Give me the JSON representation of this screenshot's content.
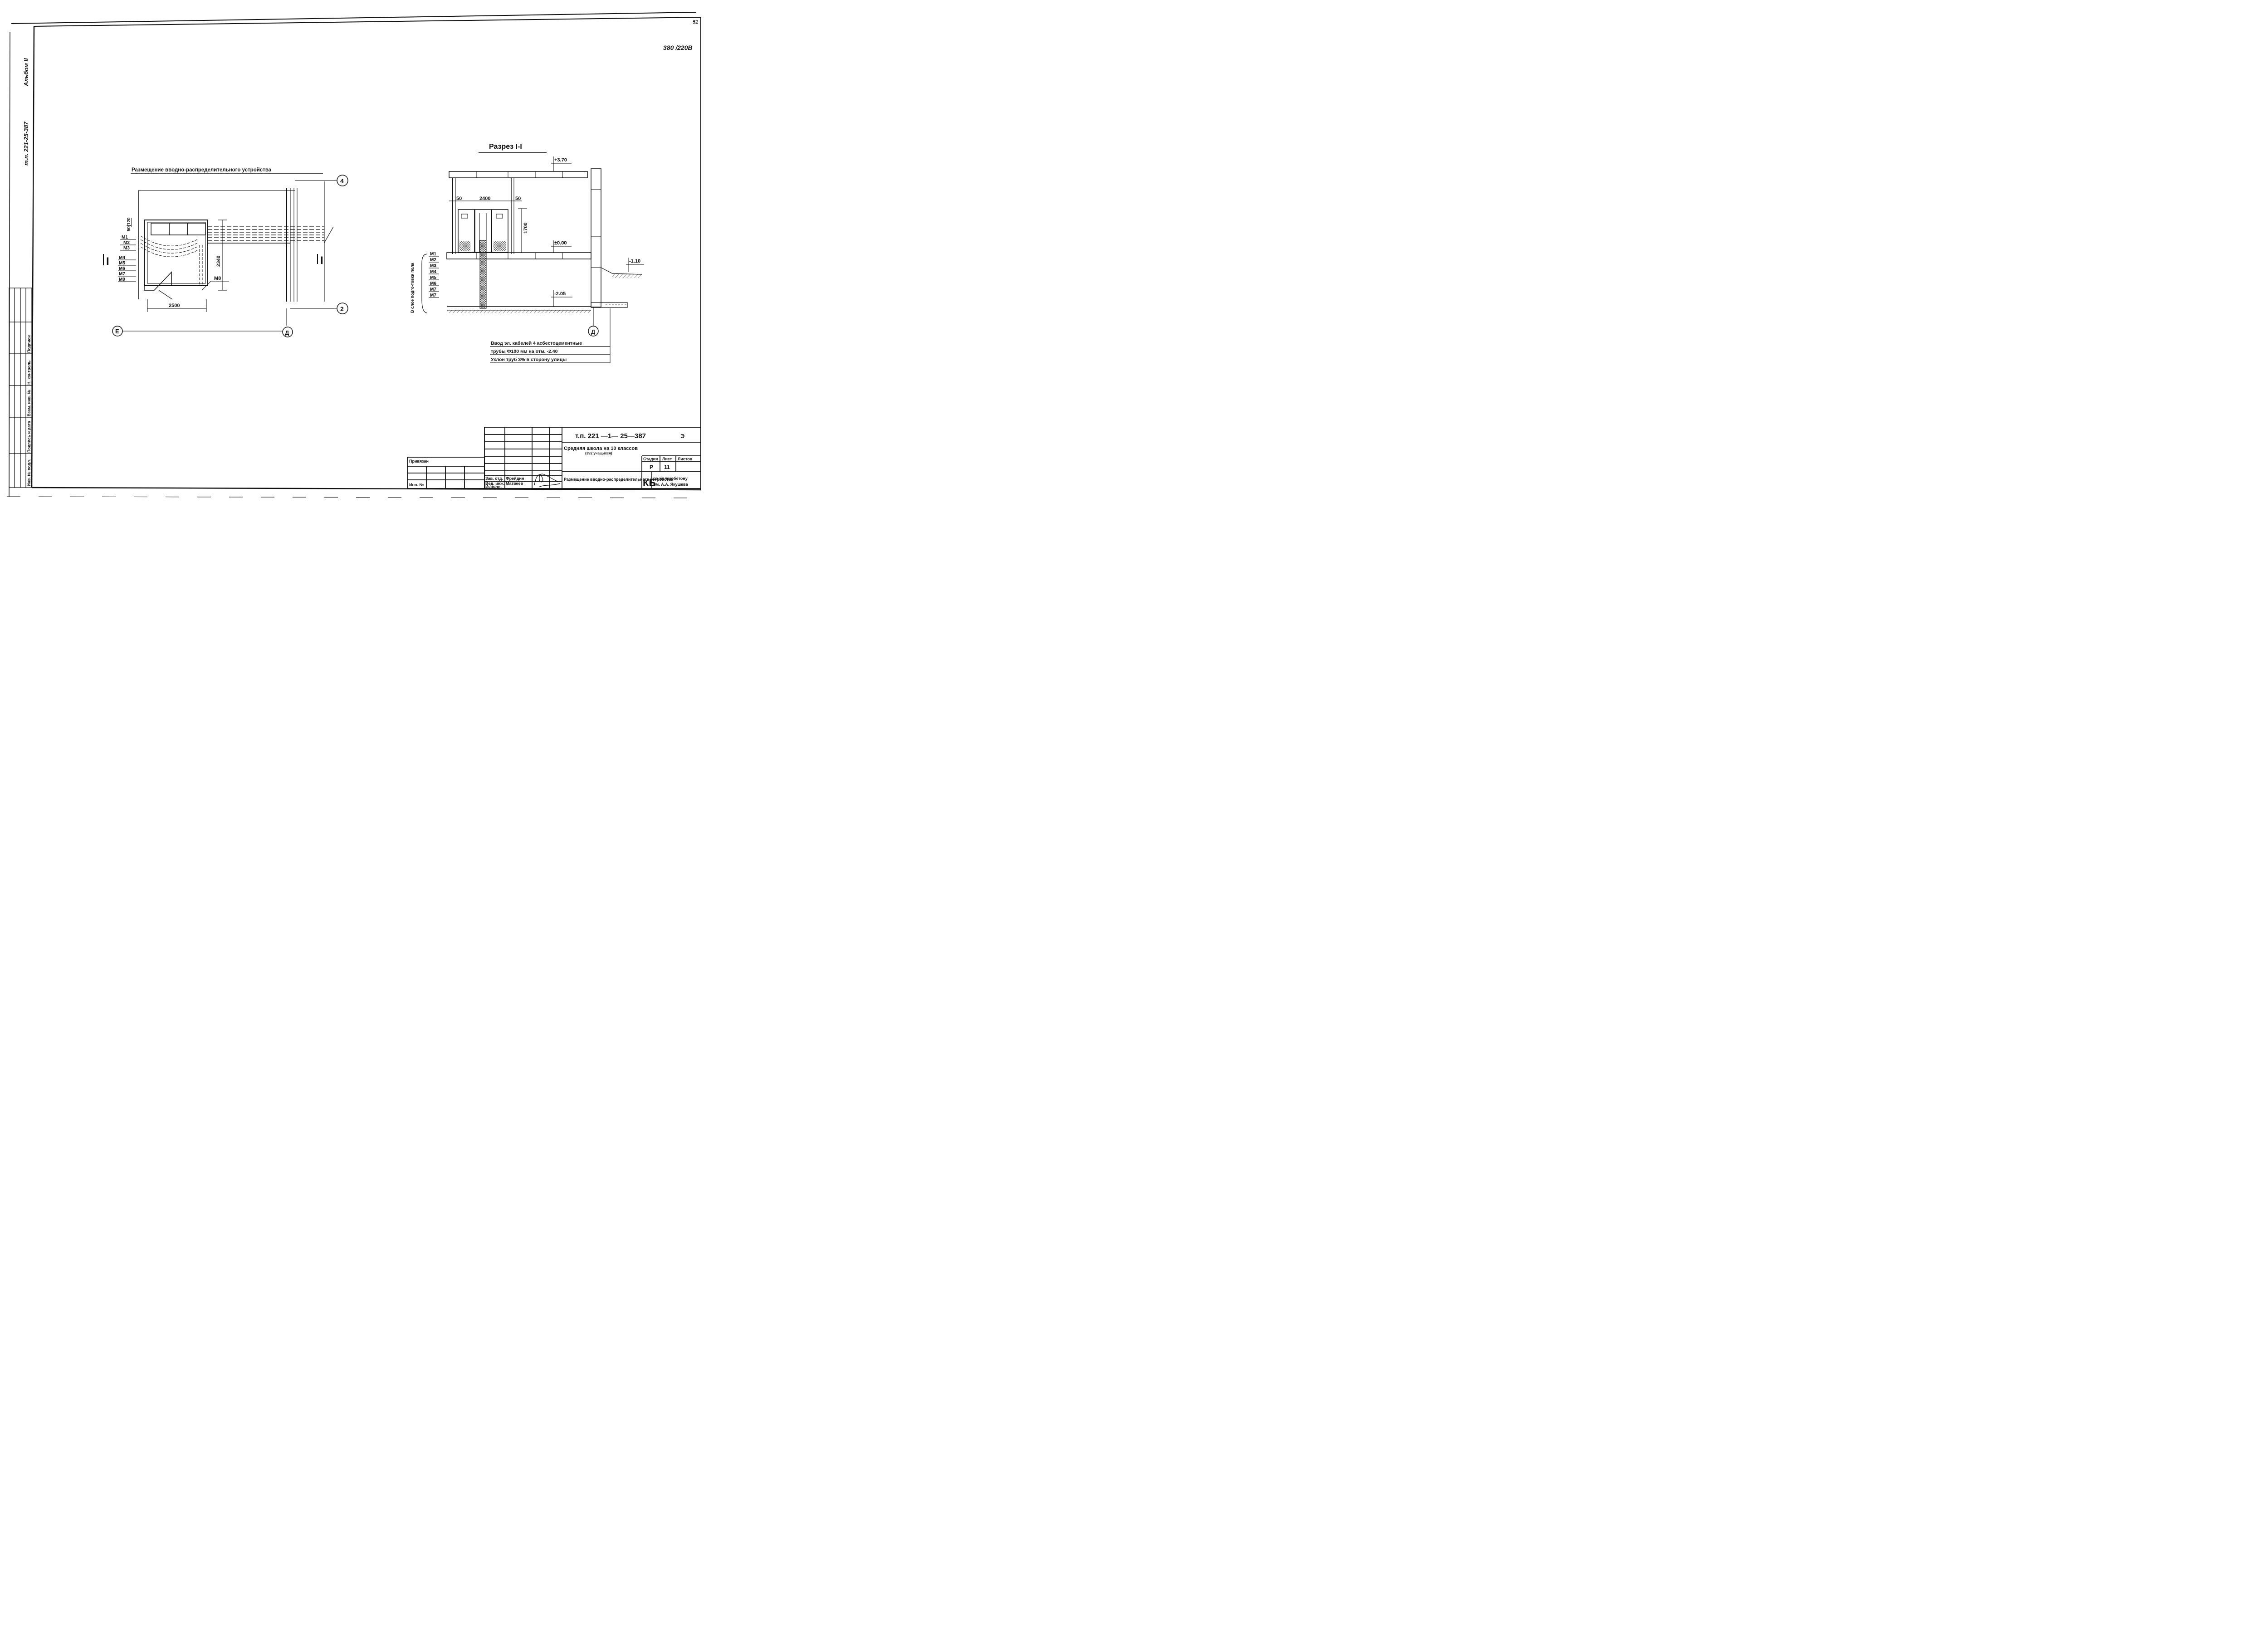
{
  "sheet_corner": {
    "sheet_no": "51",
    "voltage": "380 /220В"
  },
  "margin_left": {
    "project_code": "т.п. 221-25-387",
    "album": "Альбом II",
    "stamp_labels": [
      "Инв. № подл.",
      "Подпись и дата",
      "Взам. инв. №",
      "Н. контроль",
      "Подписи"
    ]
  },
  "plan": {
    "title": "Размещение вводно-распределительного устройства",
    "dims": {
      "total": "2500",
      "height": "2340",
      "top_offsets": "50|120"
    },
    "marks_left": [
      "М1",
      "М2",
      "М3",
      "М4",
      "М5",
      "М6",
      "М7",
      "М9"
    ],
    "mark_m8": "М8",
    "section_label": "I",
    "axes": {
      "four": "4",
      "two": "2",
      "e": "Е",
      "d": "Д"
    }
  },
  "section": {
    "title": "Разрез I-I",
    "levels": {
      "top": "+3.70",
      "floor": "±0.00",
      "ground": "-1.10",
      "bottom": "-2.05"
    },
    "dims": {
      "left": "50",
      "width": "2400",
      "right": "50",
      "height": "1700"
    },
    "marks": [
      "М1",
      "М2",
      "М3",
      "М4",
      "М5",
      "М6",
      "М7",
      "М7"
    ],
    "layer_label": "В слое подго-товки пола",
    "axis": "Д",
    "note": [
      "Ввод эл. кабелей 4 асбестоцементные",
      "трубы Ф100 мм на отм. -2.40",
      "Уклон труб 3% в сторону улицы"
    ]
  },
  "title_block": {
    "code": "т.п. 221 —1— 25—387",
    "letter": "Э",
    "project": "Средняя школа на 10 классов",
    "project_sub": "(392 учащихся)",
    "stage_label": "Стадия",
    "sheet_label": "Лист",
    "sheets_label": "Листов",
    "stage": "Р",
    "sheet": "11",
    "sheet_title": "Размещение вводно-распределительного устройства",
    "org_logo": "КБ",
    "org": [
      "по железобетону",
      "им. А.А. Якушева"
    ],
    "privyazan": "Привязан",
    "inv": "Инв. №",
    "roles": [
      "Зав. отд.",
      "Вед. инж.",
      "Исполн."
    ],
    "names": [
      "Фрейдин",
      "Матвеев"
    ]
  }
}
